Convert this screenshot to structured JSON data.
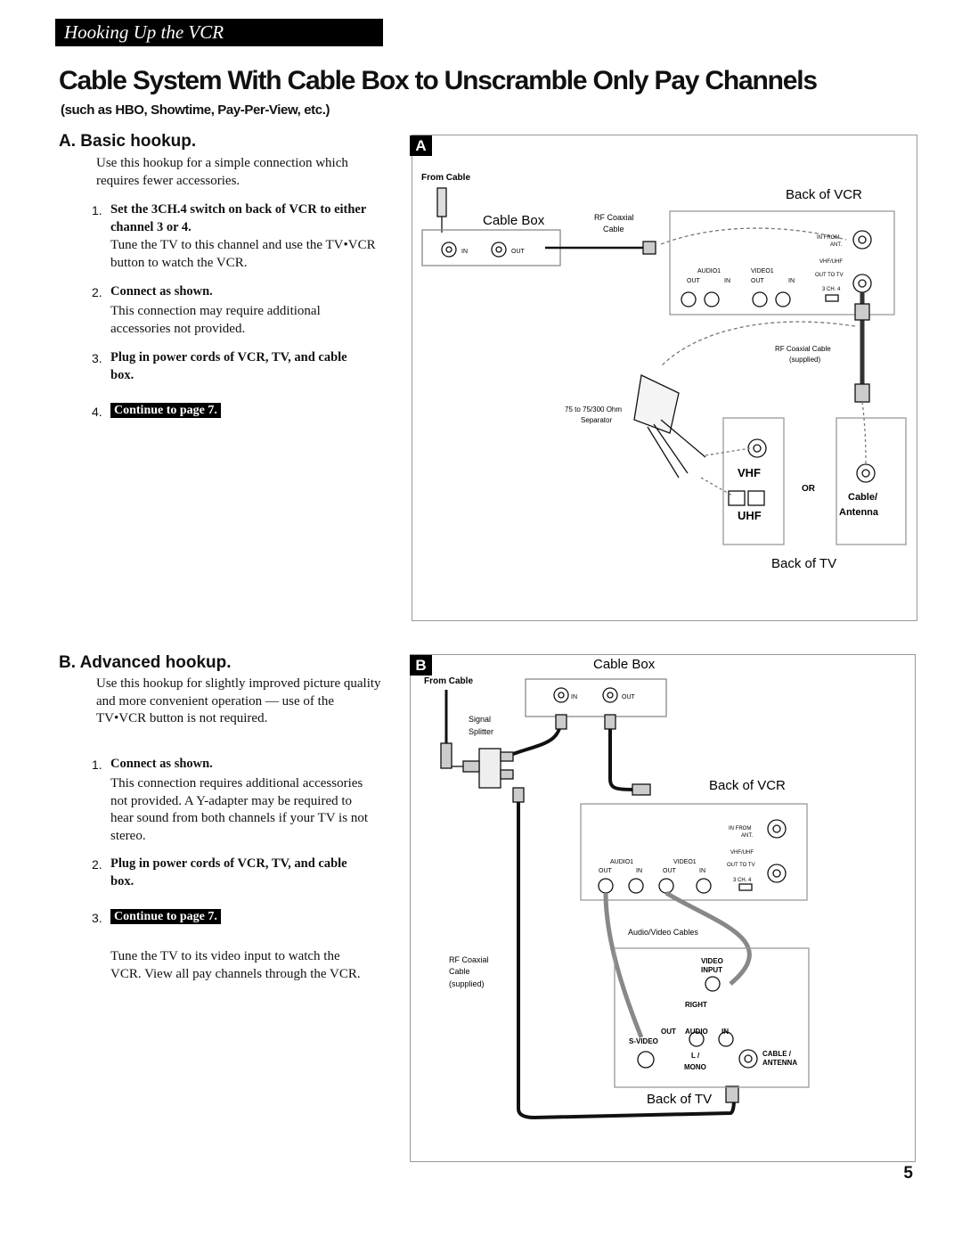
{
  "header": {
    "tab_label": "Hooking Up the VCR"
  },
  "title": "Cable System With Cable Box to Unscramble Only Pay Channels",
  "subtitle": "(such as HBO, Showtime, Pay-Per-View, etc.)",
  "section_a": {
    "heading": "A.  Basic hookup.",
    "intro": "Use this hookup for a simple connection which requires fewer accessories.",
    "step1_num": "1.",
    "step1_title": "Set the 3CH.4 switch on back of VCR to either channel 3 or 4.",
    "step1_body": "Tune the TV to this channel and use the TV•VCR button to watch the VCR.",
    "step2_num": "2.",
    "step2_title": "Connect as shown.",
    "step2_body": "This connection may require additional accessories not provided.",
    "step3_num": "3.",
    "step3_title": "Plug in power cords of VCR, TV, and cable box.",
    "step4_num": "4.",
    "step4_label": "Continue to page 7."
  },
  "section_b": {
    "heading": "B.  Advanced hookup.",
    "intro": "Use this hookup for slightly improved picture quality and more convenient operation — use of the TV•VCR button is not required.",
    "step1_num": "1.",
    "step1_title": "Connect as shown.",
    "step1_body": "This connection requires additional accessories not provided. A Y-adapter may be required to hear sound from both channels if your TV is not stereo.",
    "step2_num": "2.",
    "step2_title": "Plug in power cords of VCR, TV, and cable box.",
    "step3_num": "3.",
    "step3_label": "Continue to page 7.",
    "outro": "Tune the TV to its video input to watch the VCR. View all pay channels through the VCR."
  },
  "diagram_a": {
    "letter": "A",
    "from_cable": "From Cable",
    "cable_box": "Cable Box",
    "in": "IN",
    "out": "OUT",
    "rf_coaxial": "RF Coaxial",
    "cable": "Cable",
    "back_of_vcr": "Back of VCR",
    "in_from": "IN FROM",
    "ant": "ANT.",
    "vhf_uhf": "VHF/UHF",
    "out_to_tv": "OUT TO TV",
    "ch": "3 CH. 4",
    "audio1": "AUDIO1",
    "video1": "VIDEO1",
    "out_lbl": "OUT",
    "in_lbl": "IN",
    "rf_supplied_1": "RF Coaxial Cable",
    "rf_supplied_2": "(supplied)",
    "separator_1": "75 to 75/300 Ohm",
    "separator_2": "Separator",
    "vhf": "VHF",
    "uhf": "UHF",
    "or": "OR",
    "cable_ant_1": "Cable/",
    "cable_ant_2": "Antenna",
    "back_of_tv": "Back of TV"
  },
  "diagram_b": {
    "letter": "B",
    "from_cable": "From Cable",
    "cable_box": "Cable Box",
    "in": "IN",
    "out": "OUT",
    "signal": "Signal",
    "splitter": "Splitter",
    "back_of_vcr": "Back of VCR",
    "in_from": "IN FROM",
    "ant": "ANT.",
    "vhf_uhf": "VHF/UHF",
    "out_to_tv": "OUT TO TV",
    "ch": "3 CH. 4",
    "audio1": "AUDIO1",
    "video1": "VIDEO1",
    "out_lbl": "OUT",
    "in_lbl": "IN",
    "av_cables": "Audio/Video Cables",
    "rf_1": "RF Coaxial",
    "rf_2": "Cable",
    "rf_3": "(supplied)",
    "video": "VIDEO",
    "input": "INPUT",
    "right": "RIGHT",
    "audio": "AUDIO",
    "s_video": "S-VIDEO",
    "l": "L /",
    "mono": "MONO",
    "cable_lbl": "CABLE /",
    "antenna": "ANTENNA",
    "back_of_tv": "Back of TV"
  },
  "page_number": "5"
}
